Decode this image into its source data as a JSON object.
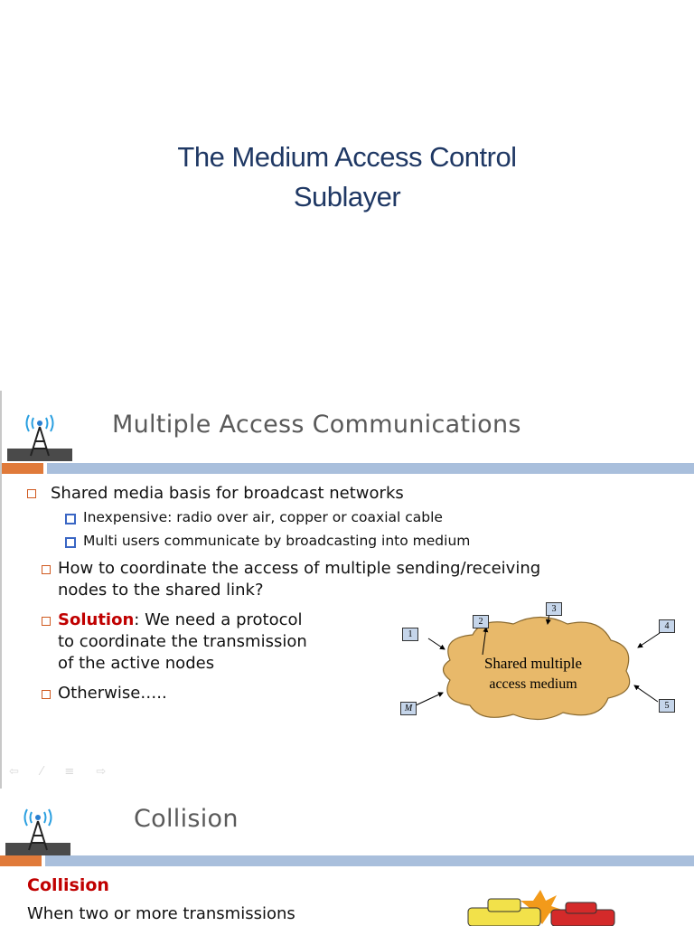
{
  "title_slide": {
    "line1": "The Medium Access Control",
    "line2": "Sublayer"
  },
  "slide1": {
    "title": "Multiple Access Communications",
    "bullets": [
      "Shared media basis for broadcast networks",
      "Inexpensive: radio over air, copper or coaxial cable",
      "Multi users communicate by broadcasting into medium",
      "How to coordinate the access of multiple sending/receiving",
      "nodes to the shared link?",
      "Solution",
      ": We need a protocol",
      "to coordinate the transmission",
      "of the active nodes",
      "Otherwise….."
    ],
    "diagram": {
      "cloud_line1": "Shared multiple",
      "cloud_line2": "access medium",
      "nodes": [
        "1",
        "2",
        "3",
        "4",
        "5",
        "M"
      ]
    }
  },
  "slide2": {
    "title": "Collision",
    "heading": "Collision",
    "text": "When two or more transmissions"
  },
  "colors": {
    "title_blue": "#1f3864",
    "accent_orange": "#e07a3a",
    "bar_blue": "#a9bfdc",
    "cloud": "#e8b96a",
    "red": "#c00000"
  }
}
